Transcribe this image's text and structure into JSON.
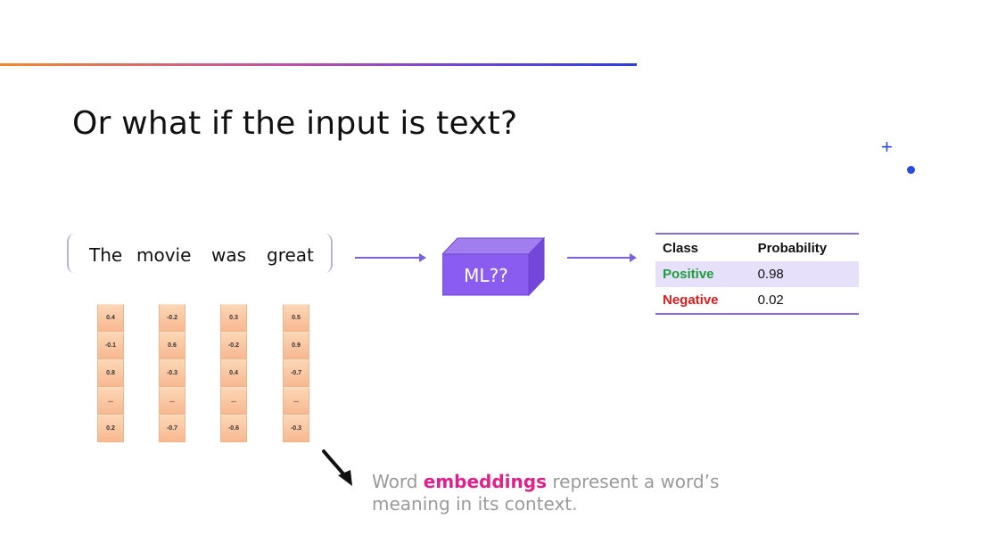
{
  "slide": {
    "title": "Or what if the input is text?"
  },
  "sentence": {
    "words": [
      "The",
      "movie",
      "was",
      "great"
    ]
  },
  "model": {
    "label": "ML??"
  },
  "output_table": {
    "headers": [
      "Class",
      "Probability"
    ],
    "rows": [
      {
        "class": "Positive",
        "probability": "0.98",
        "color": "#1f9d3a"
      },
      {
        "class": "Negative",
        "probability": "0.02",
        "color": "#e01a1a"
      }
    ]
  },
  "embeddings": [
    [
      "0.4",
      "-0.1",
      "0.8",
      "...",
      "0.2"
    ],
    [
      "-0.2",
      "0.6",
      "-0.3",
      "...",
      "-0.7"
    ],
    [
      "0.3",
      "-0.2",
      "0.4",
      "...",
      "-0.6"
    ],
    [
      "0.5",
      "0.9",
      "-0.7",
      "...",
      "-0.3"
    ]
  ],
  "caption": {
    "prefix": "Word ",
    "highlight": "embeddings",
    "suffix": " represent a word’s meaning in its context."
  },
  "colors": {
    "accent_purple": "#7a5fe0",
    "highlight_pink": "#e0218a",
    "deco_blue": "#2b4be0",
    "embedding_orange": "#f7b890"
  },
  "icons": [
    "plus-icon",
    "dot-icon",
    "curved-arrow-icon"
  ]
}
